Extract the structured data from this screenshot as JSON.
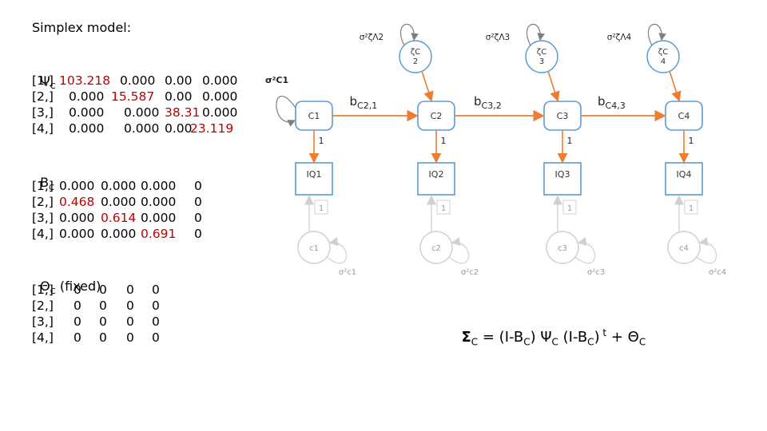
{
  "title": "Simplex model:",
  "psi": {
    "symbol": "Ψ",
    "sub": "C",
    "rows": [
      {
        "label": "[1,]",
        "cells": [
          {
            "v": "103.218",
            "red": true
          },
          {
            "v": "0.000"
          },
          {
            "v": "0.00"
          },
          {
            "v": "0.000"
          }
        ]
      },
      {
        "label": "[2,]",
        "cells": [
          {
            "v": "0.000"
          },
          {
            "v": "15.587",
            "red": true
          },
          {
            "v": "0.00"
          },
          {
            "v": "0.000"
          }
        ]
      },
      {
        "label": "[3,]",
        "cells": [
          {
            "v": "0.000"
          },
          {
            "v": "0.000"
          },
          {
            "v": "38.31",
            "red": true
          },
          {
            "v": "0.000"
          }
        ]
      },
      {
        "label": "[4,]",
        "cells": [
          {
            "v": "0.000"
          },
          {
            "v": "0.000"
          },
          {
            "v": "0.00"
          },
          {
            "v": "23.119",
            "red": true
          }
        ]
      }
    ]
  },
  "beta": {
    "symbol": "B",
    "sub": "C",
    "rows": [
      {
        "label": "[1,]",
        "cells": [
          {
            "v": "0.000"
          },
          {
            "v": "0.000"
          },
          {
            "v": "0.000"
          },
          {
            "v": "0"
          }
        ]
      },
      {
        "label": "[2,]",
        "cells": [
          {
            "v": "0.468",
            "red": true
          },
          {
            "v": "0.000"
          },
          {
            "v": "0.000"
          },
          {
            "v": "0"
          }
        ]
      },
      {
        "label": "[3,]",
        "cells": [
          {
            "v": "0.000"
          },
          {
            "v": "0.614",
            "red": true
          },
          {
            "v": "0.000"
          },
          {
            "v": "0"
          }
        ]
      },
      {
        "label": "[4,]",
        "cells": [
          {
            "v": "0.000"
          },
          {
            "v": "0.000"
          },
          {
            "v": "0.691",
            "red": true
          },
          {
            "v": "0"
          }
        ]
      }
    ]
  },
  "theta": {
    "symbol": "Θ",
    "sub": "C",
    "suffix": " (fixed)",
    "rows": [
      {
        "label": "[1,]",
        "cells": [
          {
            "v": "0"
          },
          {
            "v": "0"
          },
          {
            "v": "0"
          },
          {
            "v": "0"
          }
        ]
      },
      {
        "label": "[2,]",
        "cells": [
          {
            "v": "0"
          },
          {
            "v": "0"
          },
          {
            "v": "0"
          },
          {
            "v": "0"
          }
        ]
      },
      {
        "label": "[3,]",
        "cells": [
          {
            "v": "0"
          },
          {
            "v": "0"
          },
          {
            "v": "0"
          },
          {
            "v": "0"
          }
        ]
      },
      {
        "label": "[4,]",
        "cells": [
          {
            "v": "0"
          },
          {
            "v": "0"
          },
          {
            "v": "0"
          },
          {
            "v": "0"
          }
        ]
      }
    ]
  },
  "formula": {
    "sigma": "Σ",
    "sub_c": "C",
    "eq": " = (I-B",
    "close": ") ",
    "psi": "Ψ",
    "open2": " (I-B",
    "close2": ")",
    "t": " t",
    "plus": " + ",
    "theta": "Θ"
  },
  "diagram": {
    "latent": [
      "C1",
      "C2",
      "C3",
      "C4"
    ],
    "observed": [
      "IQ1",
      "IQ2",
      "IQ3",
      "IQ4"
    ],
    "errors": [
      "c1",
      "c2",
      "c3",
      "c4"
    ],
    "disturbances": [
      {
        "top": "ζC",
        "bottom": "2"
      },
      {
        "top": "ζC",
        "bottom": "3"
      },
      {
        "top": "ζC",
        "bottom": "4"
      }
    ],
    "disturbance_var_labels": [
      "σ²ζΛ2",
      "σ²ζΛ3",
      "σ²ζΛ4"
    ],
    "c1_variance": "σ²C1",
    "paths": [
      {
        "main": "b",
        "sub": "C2,1"
      },
      {
        "main": "b",
        "sub": "C3,2"
      },
      {
        "main": "b",
        "sub": "C4,3"
      }
    ],
    "loadings": [
      "1",
      "1",
      "1",
      "1"
    ],
    "error_loadings": [
      "1",
      "1",
      "1",
      "1"
    ],
    "error_vars": [
      "σ²c1",
      "σ²c2",
      "σ²c3",
      "σ²c4"
    ],
    "colors": {
      "arrow": "#ed7d31",
      "shape": "#5b9bd5",
      "text_gray": "#333333",
      "faded": "#bfbfbf",
      "red": "#c00000"
    }
  }
}
